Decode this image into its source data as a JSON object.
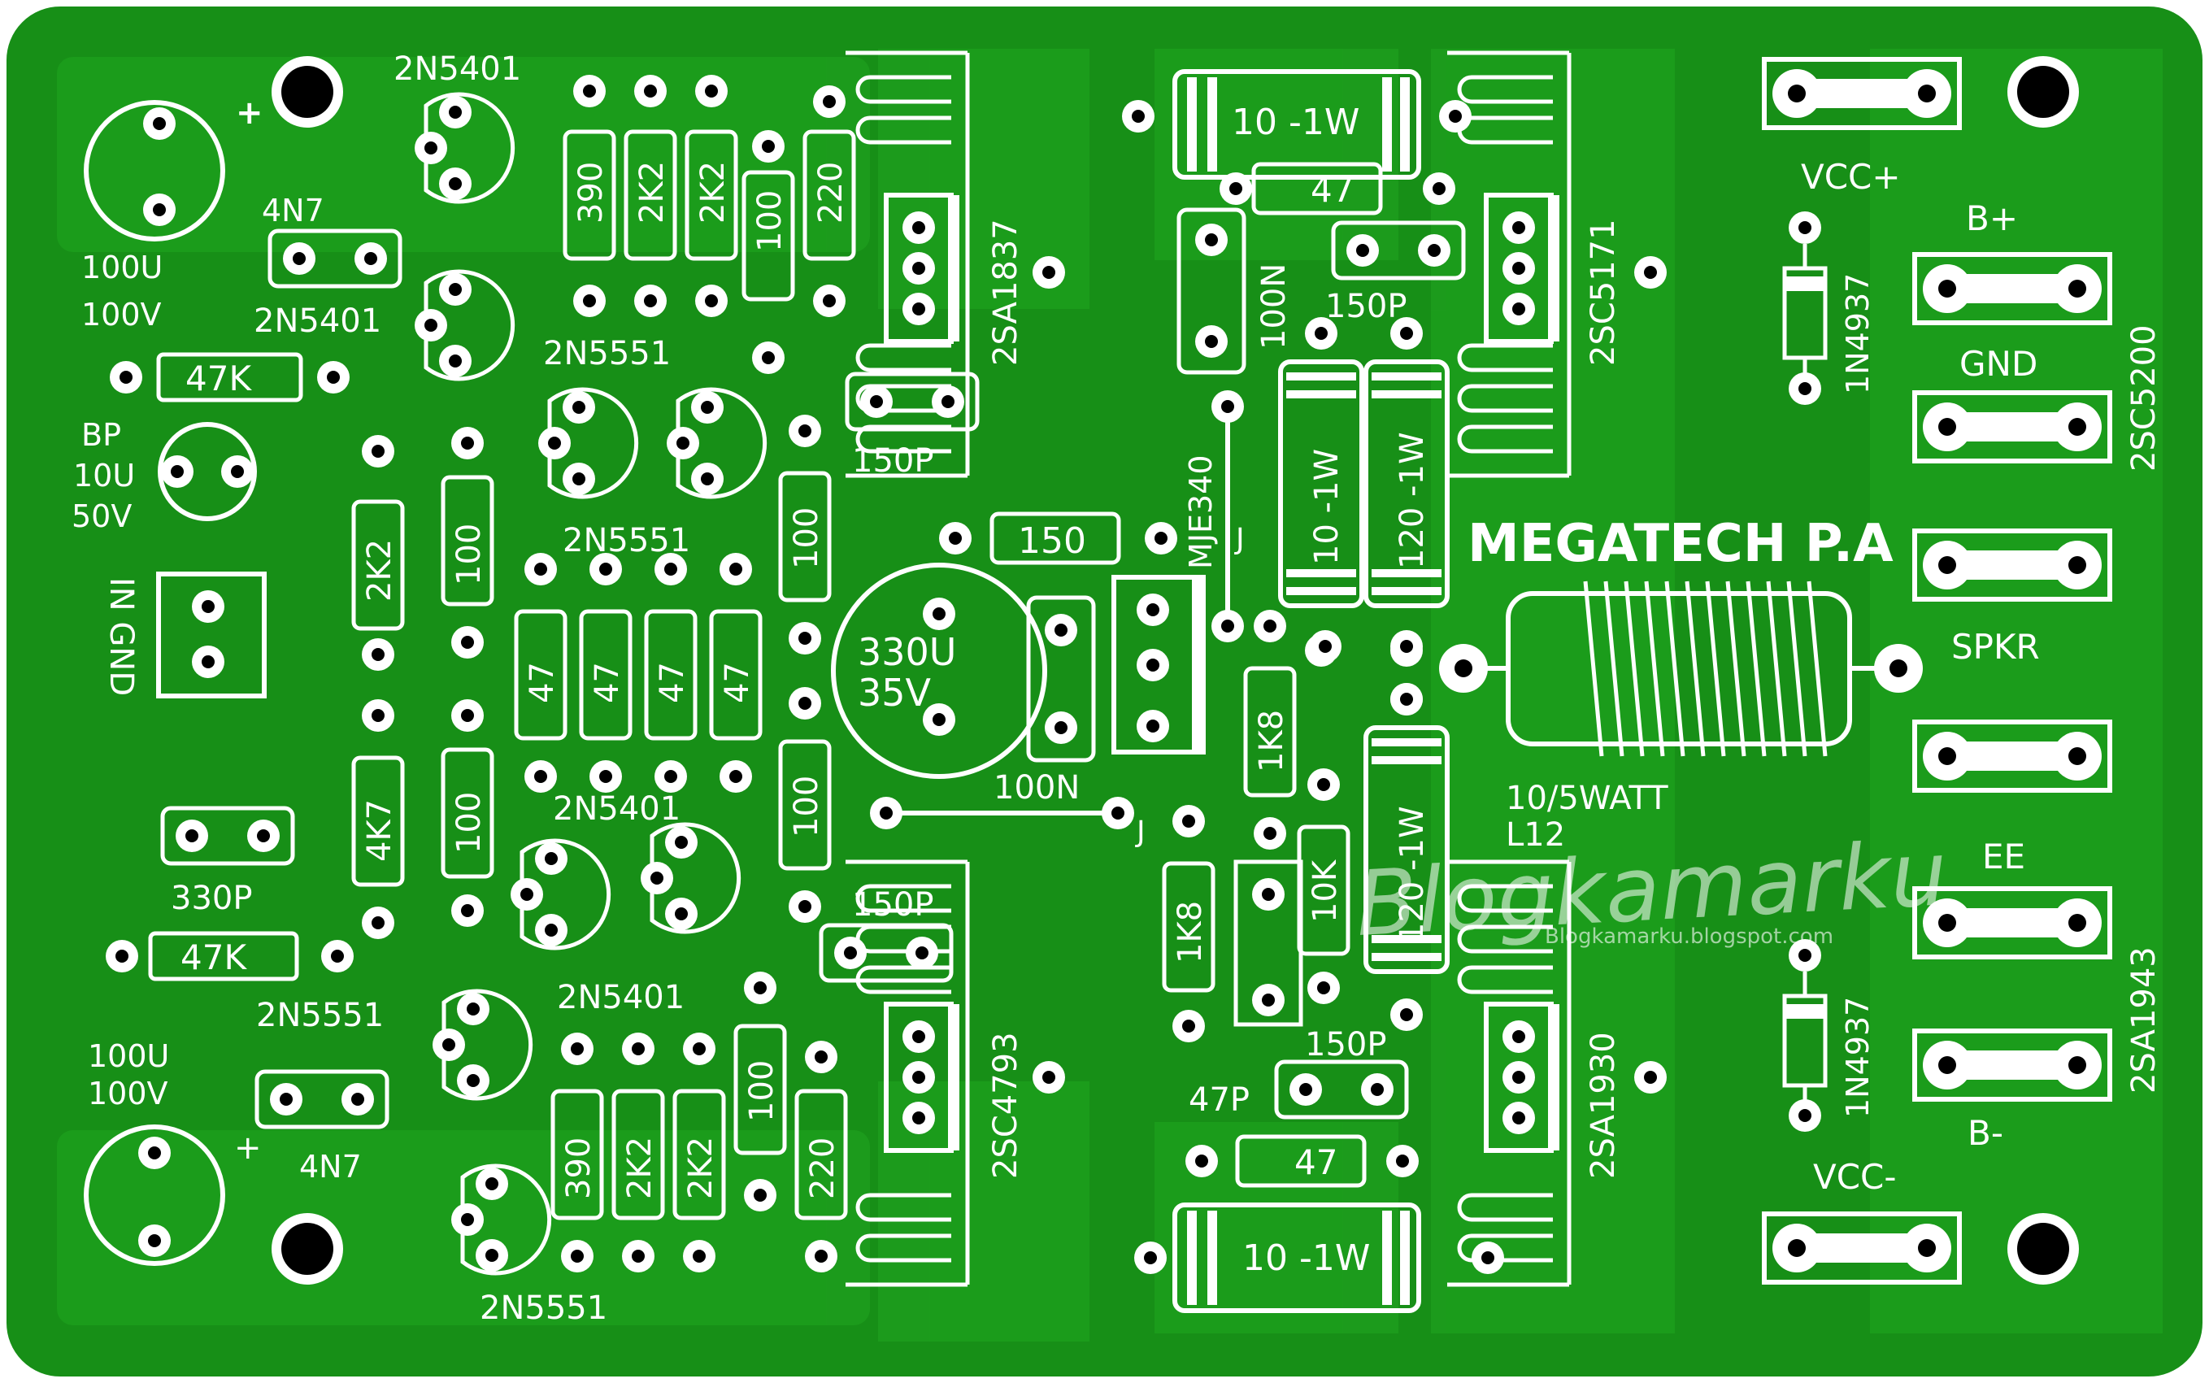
{
  "board": {
    "title": "MEGATECH P.A",
    "watermark": "Blogkamarku",
    "watermark_url": "Blogkamarku.blogspot.com",
    "colors": {
      "board_bg": "#178f17",
      "copper": "#1ea01e",
      "silkscreen": "#ffffff",
      "outline": "#ffffff",
      "hole": "#000000"
    }
  },
  "labels": {
    "q_2n5401_top": "2N5401",
    "c_4n7_top": "4N7",
    "c_100u_top_a": "100U",
    "c_100u_top_b": "100V",
    "q_2n5401_top2": "2N5401",
    "r_47k_top": "47K",
    "c_bp_a": "BP",
    "c_bp_b": "10U",
    "c_bp_c": "50V",
    "in_gnd": "IN GND",
    "r_390_top": "390",
    "r_2k2_top_a": "2K2",
    "r_2k2_top_b": "2K2",
    "r_100_top": "100",
    "r_220_top": "220",
    "q_2n5551_a": "2N5551",
    "q_2n5551_b": "2N5551",
    "c_150p_a": "150P",
    "r_2k2_mid": "2K2",
    "r_100_mid_a": "100",
    "r_47_a": "47",
    "r_47_b": "47",
    "r_47_c": "47",
    "r_47_d": "47",
    "r_100_mid_b": "100",
    "r_100_mid_c": "100",
    "r_4k7": "4K7",
    "r_100_mid_d": "100",
    "q_2n5401_mid": "2N5401",
    "c_330p": "330P",
    "r_47k_bot": "47K",
    "q_2n5551_c": "2N5551",
    "q_2n5401_bot": "2N5401",
    "c_100u_bot_a": "100U",
    "c_100u_bot_b": "100V",
    "c_4n7_bot": "4N7",
    "r_390_bot": "390",
    "r_2k2_bot_a": "2K2",
    "r_2k2_bot_b": "2K2",
    "r_100_bot": "100",
    "r_220_bot": "220",
    "q_2n5551_d": "2N5551",
    "q_2sa1837": "2SA1837",
    "r_10_1w_top": "10 -1W",
    "r_47_top": "47",
    "c_100n_top": "100N",
    "c_150p_b": "150P",
    "q_mje340": "MJE340",
    "j_top": "J",
    "r_150": "150",
    "c_330u_a": "330U",
    "c_330u_b": "35V",
    "c_100n_mid": "100N",
    "j_mid": "J",
    "c_150p_c": "150P",
    "q_2sc4793": "2SC4793",
    "r_1k8_a": "1K8",
    "r_1k8_b": "1K8",
    "r_10k": "10K",
    "r_10_1w_v": "10 -1W",
    "r_120_1w_a": "120 -1W",
    "r_120_1w_b": "120 -1W",
    "c_150p_d": "150P",
    "c_47p": "47P",
    "r_47_bot": "47",
    "r_10_1w_bot": "10 -1W",
    "q_2sc5171": "2SC5171",
    "d_1n4937_top": "1N4937",
    "q_2sa1930": "2SA1930",
    "d_1n4937_bot": "1N4937",
    "coil_a": "10/5WATT",
    "coil_b": "L12",
    "vcc_plus": "VCC+",
    "vcc_minus": "VCC-",
    "b_plus": "B+",
    "gnd": "GND",
    "spkr": "SPKR",
    "ee": "EE",
    "b_minus": "B-",
    "q_2sc5200": "2SC5200",
    "q_2sa1943": "2SA1943",
    "plus_top": "+",
    "plus_bot": "+"
  }
}
